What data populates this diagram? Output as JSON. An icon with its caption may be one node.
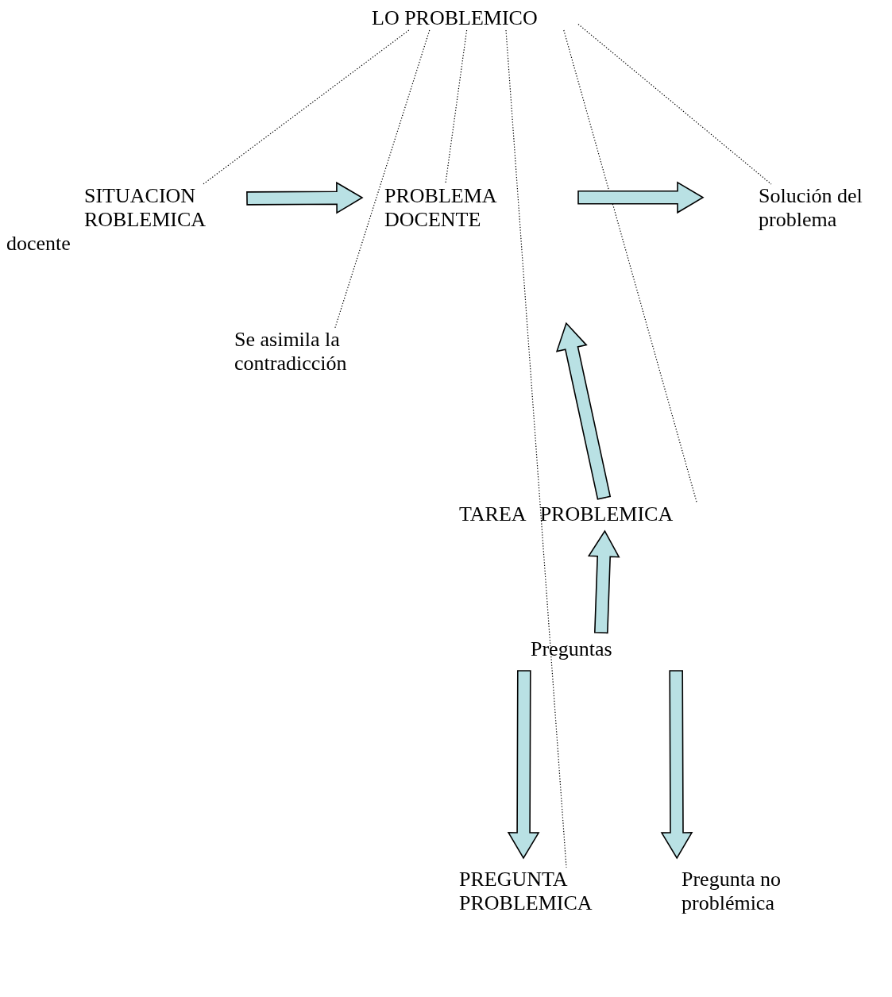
{
  "diagram": {
    "nodes": [
      {
        "text": [
          "LO PROBLEMICO"
        ]
      },
      {
        "text": [
          "SITUACION ROBLEMICA",
          "docente"
        ]
      },
      {
        "text": [
          "PROBLEMA DOCENTE"
        ]
      },
      {
        "text": [
          "Solución del problema"
        ]
      },
      {
        "text": [
          "Se asimila la contradicción"
        ]
      },
      {
        "text": [
          "TAREA PROBLEMICA"
        ]
      },
      {
        "text": [
          "Preguntas"
        ]
      },
      {
        "text": [
          "PREGUNTA PROBLEMICA"
        ]
      },
      {
        "text": [
          "Pregunta no problémica"
        ]
      }
    ],
    "edges": [
      {
        "from": 0,
        "to": 1,
        "arrow": "none",
        "style": "dashed"
      },
      {
        "from": 0,
        "to": 4,
        "arrow": "none",
        "style": "dashed"
      },
      {
        "from": 0,
        "to": 2,
        "arrow": "none",
        "style": "dashed"
      },
      {
        "from": 0,
        "to": 7,
        "arrow": "none",
        "style": "dashed"
      },
      {
        "from": 0,
        "to": 5,
        "arrow": "none",
        "style": "dashed"
      },
      {
        "from": 0,
        "to": 3,
        "arrow": "none",
        "style": "dashed"
      },
      {
        "from": 1,
        "to": 2,
        "arrow": "to",
        "style": "thick",
        "color": "#b9e1e4"
      },
      {
        "from": 2,
        "to": 3,
        "arrow": "to",
        "style": "thick",
        "color": "#b9e1e4"
      },
      {
        "from": 5,
        "to": 2,
        "arrow": "to",
        "style": "thick",
        "color": "#b9e1e4"
      },
      {
        "from": 6,
        "to": 5,
        "arrow": "to",
        "style": "thick",
        "color": "#b9e1e4"
      },
      {
        "from": 6,
        "to": 7,
        "arrow": "to",
        "style": "thick",
        "color": "#b9e1e4"
      },
      {
        "from": 6,
        "to": 8,
        "arrow": "to",
        "style": "thick",
        "color": "#b9e1e4"
      }
    ]
  }
}
